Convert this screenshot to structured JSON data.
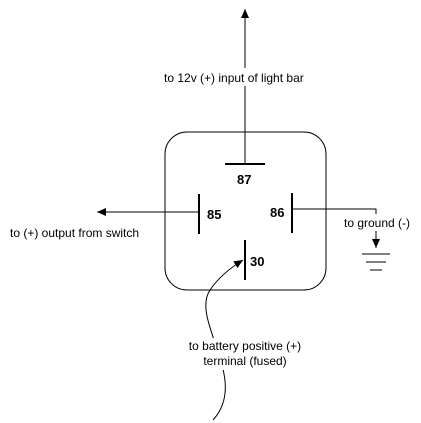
{
  "pins": {
    "p87": "87",
    "p85": "85",
    "p86": "86",
    "p30": "30"
  },
  "labels": {
    "top": "to 12v (+) input of light bar",
    "left": "to (+) output from switch",
    "right": "to ground (-)",
    "bottom_line1": "to battery positive (+)",
    "bottom_line2": "terminal (fused)"
  },
  "icons": {
    "ground": "ground-symbol-icon"
  },
  "colors": {
    "stroke": "#000000",
    "background": "#ffffff"
  }
}
